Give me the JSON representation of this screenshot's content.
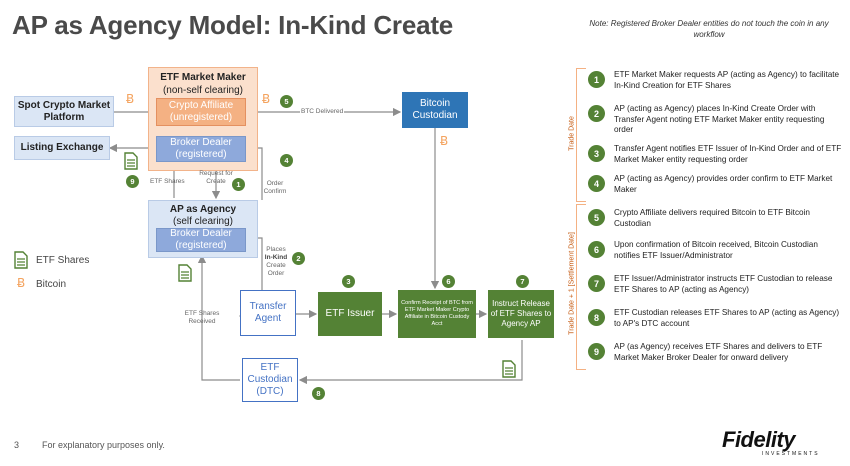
{
  "title": "AP as Agency Model: In-Kind Create",
  "note": "Note: Registered Broker Dealer entities do not touch the coin in any workflow",
  "nodes": {
    "spot": "Spot Crypto Market Platform",
    "listing": "Listing Exchange",
    "mm_title": "ETF Market Maker",
    "mm_sub": "(non-self clearing)",
    "crypto_affiliate": "Crypto Affiliate (unregistered)",
    "mm_broker": "Broker Dealer (registered)",
    "ap_title": "AP as Agency",
    "ap_sub": "(self clearing)",
    "ap_broker": "Broker Dealer (registered)",
    "btc_custodian": "Bitcoin Custodian",
    "transfer_agent": "Transfer Agent",
    "etf_issuer": "ETF Issuer",
    "confirm_receipt": "Confirm Receipt of BTC from ETF Market Maker Crypto Affiliate in Bitcoin Custody Acct",
    "instruct_release": "Instruct Release of ETF Shares to Agency AP",
    "etf_custodian": "ETF Custodian (DTC)"
  },
  "flow_labels": {
    "btc_delivered": "BTC Delivered",
    "etf_shares": "ETF Shares",
    "request_for": "Request for",
    "create": "Create",
    "order_confirm_1": "Order",
    "order_confirm_2": "Confirm",
    "places_1": "Places",
    "places_2": "In-Kind",
    "places_3": "Create",
    "places_4": "Order",
    "etf_shares_received_1": "ETF Shares",
    "etf_shares_received_2": "Received"
  },
  "legend": {
    "etf_shares": "ETF Shares",
    "bitcoin": "Bitcoin"
  },
  "side_labels": {
    "trade_date": "Trade Date",
    "settlement": "Trade Date + 1 [Settlement Date]"
  },
  "step_numbers": [
    "1",
    "2",
    "3",
    "4",
    "5",
    "6",
    "7",
    "8",
    "9"
  ],
  "steps": [
    "ETF Market Maker requests AP (acting as Agency) to facilitate In-Kind Creation for ETF Shares",
    "AP (acting as Agency) places In-Kind Create Order with Transfer Agent noting ETF Market Maker entity requesting order",
    "Transfer Agent notifies ETF Issuer of In-Kind Order and of ETF Market Maker entity requesting order",
    "AP (acting as Agency) provides order confirm to ETF Market Maker",
    "Crypto Affiliate delivers required Bitcoin to ETF Bitcoin Custodian",
    "Upon confirmation of Bitcoin received, Bitcoin Custodian notifies ETF Issuer/Administrator",
    "ETF Issuer/Administrator instructs ETF Custodian to release ETF Shares to AP (acting as Agency)",
    "ETF Custodian releases ETF Shares to AP (acting as Agency) to AP's DTC account",
    "AP (as Agency) receives ETF Shares and delivers to ETF Market Maker Broker Dealer for onward delivery"
  ],
  "footer": {
    "page": "3",
    "text": "For explanatory purposes only.",
    "logo": "Fidelity",
    "logo_sub": "INVESTMENTS"
  },
  "colors": {
    "green": "#548235",
    "peach": "#f4b183",
    "dark_blue": "#2e75b6",
    "light_blue": "#dbe6f5",
    "grey_blue": "#8ea9db"
  },
  "icons": {
    "etf_share": "document-icon",
    "bitcoin": "bitcoin-icon"
  }
}
